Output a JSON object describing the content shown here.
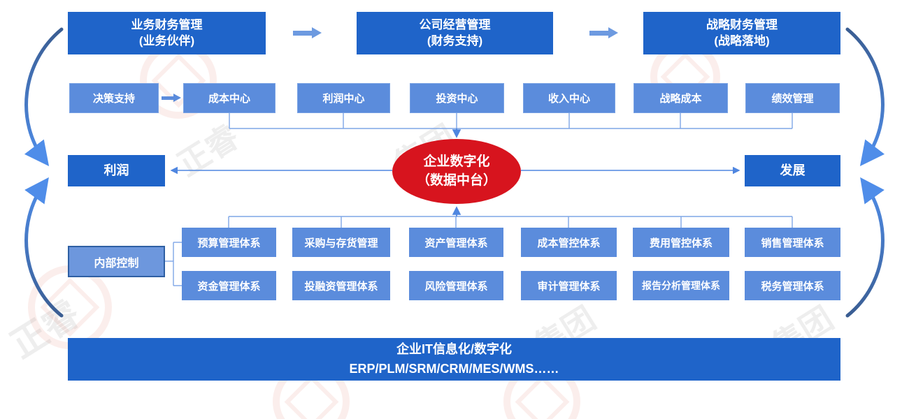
{
  "diagram": {
    "top_flow": [
      {
        "title": "业务财务管理",
        "subtitle": "(业务伙伴)"
      },
      {
        "title": "公司经营管理",
        "subtitle": "(财务支持)"
      },
      {
        "title": "战略财务管理",
        "subtitle": "(战略落地)"
      }
    ],
    "decision_support": "决策支持",
    "centers": [
      "成本中心",
      "利润中心",
      "投资中心",
      "收入中心",
      "战略成本",
      "绩效管理"
    ],
    "hub": {
      "line1": "企业数字化",
      "line2": "（数据中台）"
    },
    "profit_label": "利润",
    "development_label": "发展",
    "internal_control": "内部控制",
    "systems_row1": [
      "预算管理体系",
      "采购与存货管理",
      "资产管理体系",
      "成本管控体系",
      "费用管控体系",
      "销售管理体系"
    ],
    "systems_row2": [
      "资金管理体系",
      "投融资管理体系",
      "风险管理体系",
      "审计管理体系",
      "报告分析管理体系",
      "税务管理体系"
    ],
    "banner": {
      "line1": "企业IT信息化/数字化",
      "line2": "ERP/PLM/SRM/CRM/MES/WMS……"
    },
    "watermark": {
      "text1": "正睿",
      "text2": "集团"
    },
    "colors": {
      "dark_blue": "#1f64c9",
      "light_blue": "#5b8cdc",
      "hub_red": "#d7141e",
      "connector_blue": "#7ea6e6",
      "arrow_blue": "#4f86e0"
    }
  }
}
